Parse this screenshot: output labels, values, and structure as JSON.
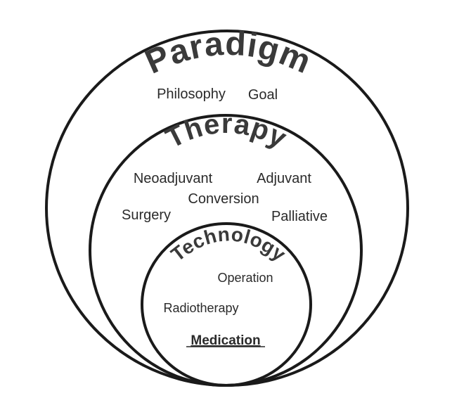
{
  "diagram": {
    "outer": {
      "title": "Paradigm",
      "items": [
        "Philosophy",
        "Goal"
      ]
    },
    "middle": {
      "title": "Therapy",
      "items": [
        "Neoadjuvant",
        "Adjuvant",
        "Conversion",
        "Surgery",
        "Palliative"
      ]
    },
    "inner": {
      "title": "Technology",
      "items": [
        "Operation",
        "Radiotherapy",
        "Medication"
      ]
    },
    "colors": {
      "stroke": "#1a1a1a",
      "title": "#3a3a3a",
      "text": "#2a2a2a"
    }
  }
}
